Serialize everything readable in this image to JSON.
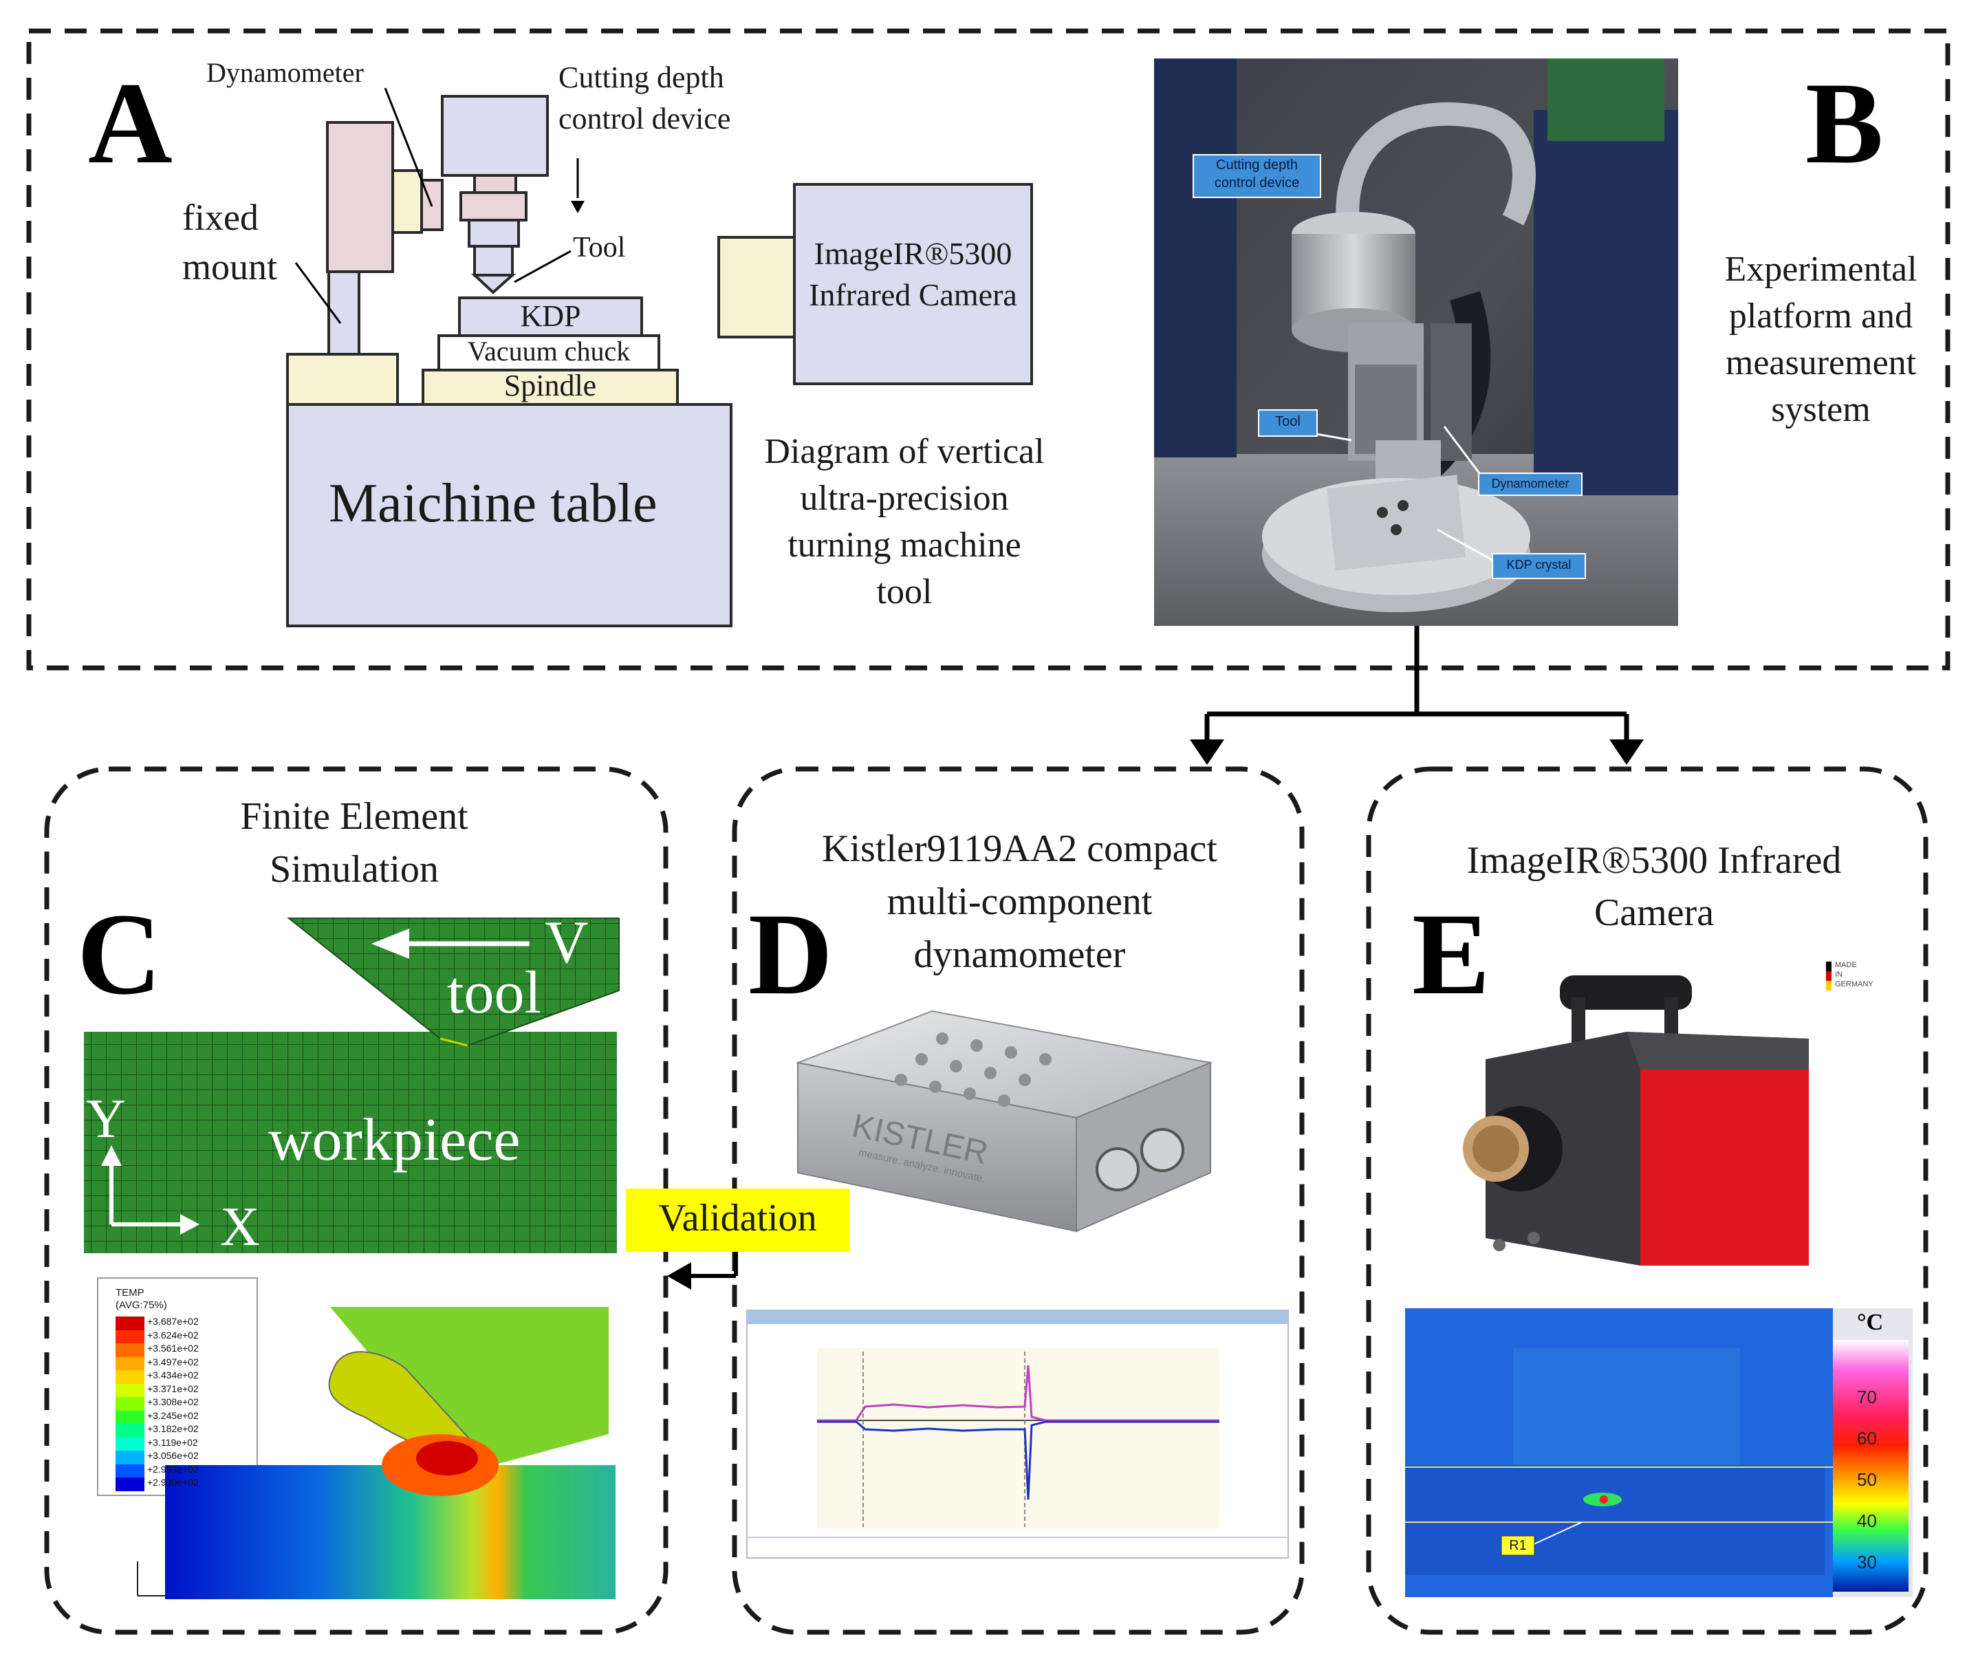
{
  "panel_a": {
    "letter": "A",
    "dynamometer": "Dynamometer",
    "cutting_depth_line1": "Cutting depth",
    "cutting_depth_line2": "control device",
    "fixed_line1": "fixed",
    "fixed_line2": "mount",
    "tool": "Tool",
    "kdp": "KDP",
    "vacuum_chuck": "Vacuum chuck",
    "spindle": "Spindle",
    "machine_table": "Maichine table",
    "camera_line1": "ImageIR®5300",
    "camera_line2": "Infrared Camera",
    "caption_line1": "Diagram of vertical",
    "caption_line2": "ultra-precision",
    "caption_line3": "turning machine",
    "caption_line4": "tool"
  },
  "panel_b": {
    "letter": "B",
    "caption_line1": "Experimental",
    "caption_line2": "platform and",
    "caption_line3": "measurement",
    "caption_line4": "system",
    "photo_labels": {
      "cutting_depth_line1": "Cutting depth",
      "cutting_depth_line2": "control device",
      "tool": "Tool",
      "dynamometer": "Dynamometer",
      "kdp_crystal": "KDP crystal"
    }
  },
  "panel_c": {
    "letter": "C",
    "title_line1": "Finite Element",
    "title_line2": "Simulation",
    "velocity": "V",
    "tool": "tool",
    "workpiece": "workpiece",
    "axis_y": "Y",
    "axis_x": "X",
    "legend_title_line1": "TEMP",
    "legend_title_line2": "(AVG:75%)",
    "legend_values": [
      "+3.687e+02",
      "+3.624e+02",
      "+3.561e+02",
      "+3.497e+02",
      "+3.434e+02",
      "+3.371e+02",
      "+3.308e+02",
      "+3.245e+02",
      "+3.182e+02",
      "+3.119e+02",
      "+3.056e+02",
      "+2.993e+02",
      "+2.930e+02"
    ],
    "legend_colors": [
      "#d40000",
      "#ff2a00",
      "#ff6a00",
      "#ffaa00",
      "#ffd400",
      "#d4ff00",
      "#8aff00",
      "#2aff2a",
      "#00ff8a",
      "#00ffd4",
      "#00b4ff",
      "#0055ff",
      "#0000d4"
    ]
  },
  "validation": "Validation",
  "panel_d": {
    "letter": "D",
    "title_line1": "Kistler9119AA2 compact",
    "title_line2": "multi-component",
    "title_line3": "dynamometer",
    "brand": "KISTLER",
    "brand_sub": "measure. analyze. innovate."
  },
  "panel_e": {
    "letter": "E",
    "title_line1": "ImageIR®5300 Infrared",
    "title_line2": "Camera",
    "made_in_line1": "MADE",
    "made_in_line2": "IN",
    "made_in_line3": "GERMANY",
    "thermal_unit": "°C",
    "thermal_ticks": [
      "70",
      "60",
      "50",
      "40",
      "30"
    ],
    "roi_label": "R1"
  },
  "colors": {
    "frame": "#1a1a1a",
    "box_fill_blue": "#dcdcf0",
    "box_fill_cream": "#f6f3d2",
    "box_fill_pink": "#ead6da",
    "mesh_green": "#2e8b2e",
    "validation_bg": "#ffff00",
    "photo_label_bg": "#3f8fd8"
  }
}
